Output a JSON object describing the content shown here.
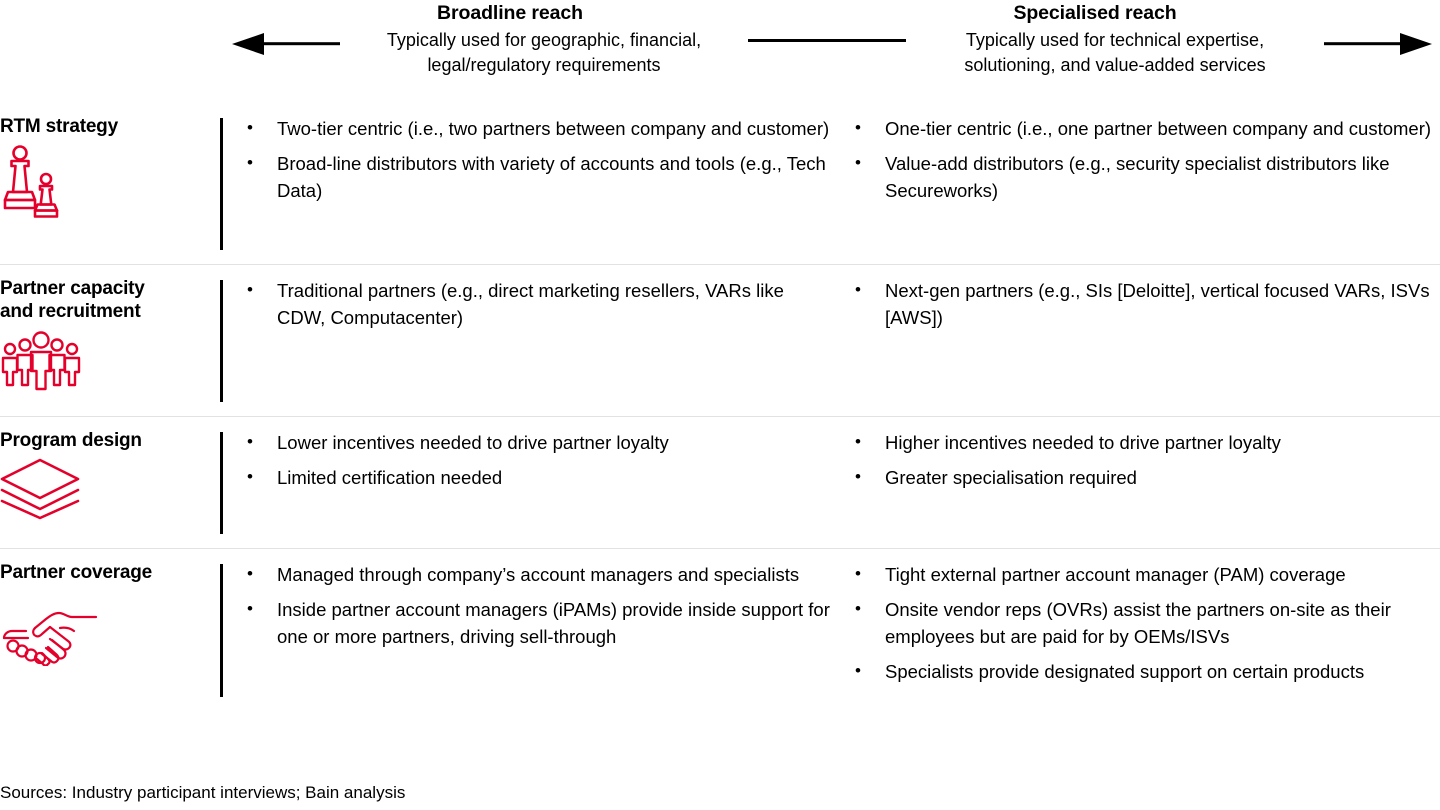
{
  "colors": {
    "accent_red": "#E4002B",
    "text": "#000000",
    "divider": "#E2E2E2"
  },
  "header": {
    "left": {
      "title": "Broadline reach",
      "subtitle": "Typically used for geographic, financial,\nlegal/regulatory requirements",
      "arrow": "arrow-left"
    },
    "right": {
      "title": "Specialised reach",
      "subtitle": "Typically used for technical expertise,\nsolutioning, and value-added services",
      "arrow": "arrow-right"
    }
  },
  "rows": [
    {
      "label": "RTM strategy",
      "icon": "chess-pieces-icon",
      "left_bullets": [
        "Two-tier centric (i.e., two partners between company and customer)",
        "Broad-line distributors with variety of accounts and tools (e.g., Tech Data)"
      ],
      "right_bullets": [
        "One-tier centric (i.e., one partner between company and customer)",
        "Value-add distributors (e.g., security specialist distributors like Secureworks)"
      ]
    },
    {
      "label": "Partner capacity\nand recruitment",
      "icon": "group-of-people-icon",
      "left_bullets": [
        "Traditional partners (e.g., direct marketing resellers, VARs like CDW, Computacenter)"
      ],
      "right_bullets": [
        "Next-gen partners (e.g., SIs [Deloitte], vertical focused VARs, ISVs [AWS])"
      ]
    },
    {
      "label": "Program design",
      "icon": "stacked-layers-icon",
      "left_bullets": [
        "Lower incentives needed to drive partner loyalty",
        "Limited certification needed"
      ],
      "right_bullets": [
        "Higher incentives needed to drive partner loyalty",
        "Greater specialisation required"
      ]
    },
    {
      "label": "Partner coverage",
      "icon": "handshake-icon",
      "left_bullets": [
        "Managed through company’s account managers and specialists",
        "Inside partner account managers (iPAMs) provide inside support for one or more partners, driving sell-through"
      ],
      "right_bullets": [
        "Tight external partner account manager (PAM) coverage",
        "Onsite vendor reps (OVRs) assist the partners on-site as their employees but are paid for by OEMs/ISVs",
        "Specialists provide designated support on certain products"
      ]
    }
  ],
  "footer": {
    "sources": "Sources: Industry participant interviews; Bain analysis"
  }
}
